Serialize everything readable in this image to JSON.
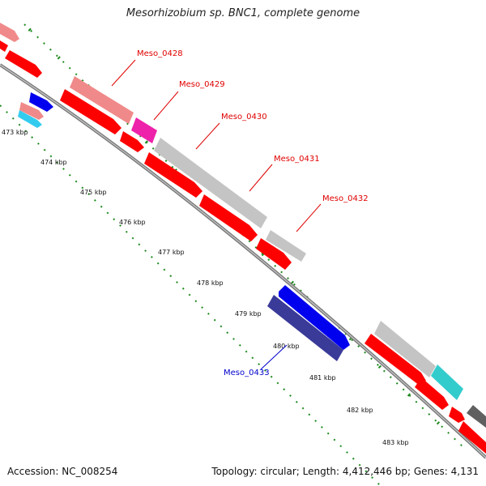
{
  "title": "Mesorhizobium sp. BNC1, complete genome",
  "footer": {
    "accession": "Accession: NC_008254",
    "stats": "Topology: circular; Length: 4,412,446 bp; Genes: 4,131"
  },
  "colors": {
    "backbone": "#7a7a7a",
    "ticks": "#1e8a1e",
    "label_red": "#e00000",
    "label_blue": "#0000cc"
  },
  "tick_labels": [
    "473 kbp",
    "474 kbp",
    "475 kbp",
    "476 kbp",
    "477 kbp",
    "478 kbp",
    "479 kbp",
    "480 kbp",
    "481 kbp",
    "482 kbp",
    "483 kbp"
  ],
  "gene_labels": [
    {
      "name": "Meso_0428",
      "color": "#e00000"
    },
    {
      "name": "Meso_0429",
      "color": "#e00000"
    },
    {
      "name": "Meso_0430",
      "color": "#e00000"
    },
    {
      "name": "Meso_0431",
      "color": "#e00000"
    },
    {
      "name": "Meso_0432",
      "color": "#e00000"
    },
    {
      "name": "Meso_0433",
      "color": "#0000cc"
    }
  ]
}
